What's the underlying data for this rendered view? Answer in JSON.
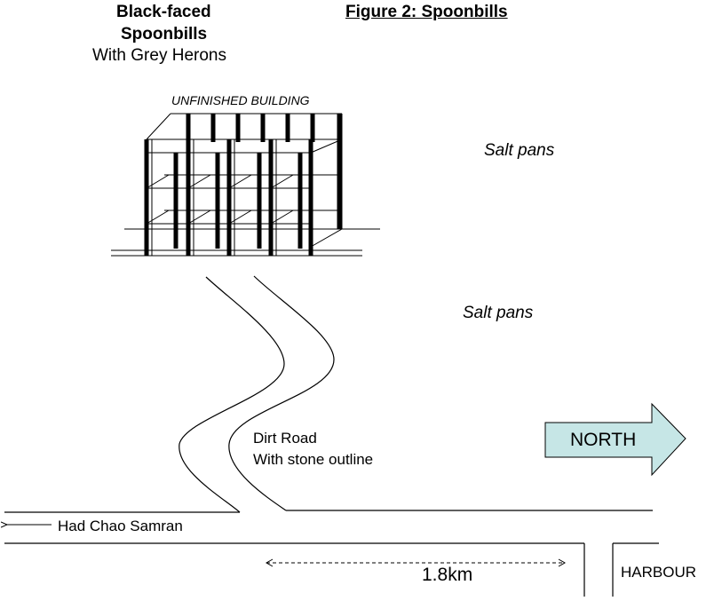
{
  "title": {
    "subject_line1": "Black-faced",
    "subject_line2": "Spoonbills",
    "subject_line3": "With Grey Herons",
    "figure": "Figure 2: Spoonbills"
  },
  "labels": {
    "building": "UNFINISHED BUILDING",
    "salt_pans_upper": "Salt pans",
    "salt_pans_lower": "Salt pans",
    "dirt_road_line1": "Dirt Road",
    "dirt_road_line2": "With stone outline",
    "had_chao_samran": "Had Chao Samran",
    "distance": "1.8km",
    "harbour": "HARBOUR",
    "north": "NORTH"
  },
  "colors": {
    "north_arrow_fill": "#c6e6e6",
    "line": "#000000"
  }
}
